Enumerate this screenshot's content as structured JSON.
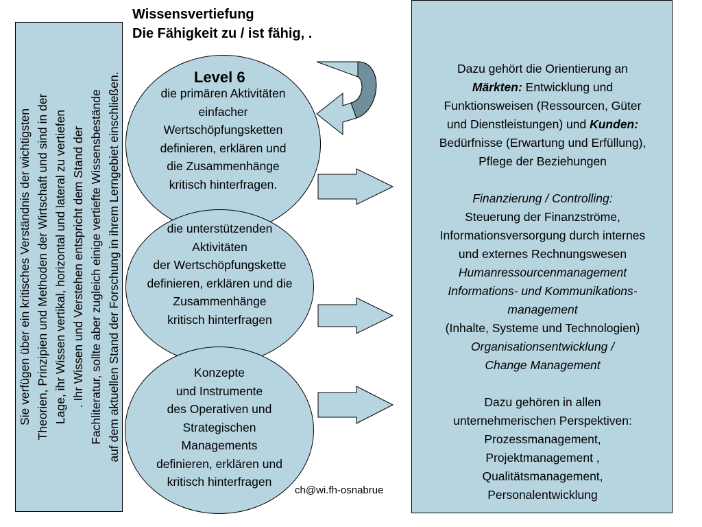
{
  "header": {
    "line1": "Wissensvertiefung",
    "line2": "Die Fähigkeit zu / ist fähig, ."
  },
  "left_panel": {
    "text": "Sie verfügen über ein kritisches Verständnis der wichtigsten\nTheorien, Prinzipien und Methoden der Wirtschaft und sind in der\nLage,  ihr Wissen vertikal, horizontal und lateral zu vertiefen\n. Ihr Wissen und Verstehen entspricht dem  Stand der\nFachliteratur, sollte aber zugleich einige vertiefte  Wissensbestände\nauf dem aktuellen Stand der Forschung in ihrem Lerngebiet einschließen."
  },
  "level_label": "Level 6",
  "circles": [
    {
      "text": "die primären Aktivitäten\neinfacher\nWertschöpfungsketten\ndefinieren, erklären und\ndie Zusammenhänge\nkritisch hinterfragen."
    },
    {
      "text": "die unterstützenden\nAktivitäten\nder Wertschöpfungskette\ndefinieren, erklären und die\nZusammenhänge\nkritisch hinterfragen"
    },
    {
      "text": "Konzepte\nund Instrumente\ndes Operativen und\nStrategischen\nManagements\ndefinieren, erklären und\nkritisch hinterfragen"
    }
  ],
  "footer_email": "ch@wi.fh-osnabrue",
  "right_panel": {
    "p1_a": "Dazu gehört die Orientierung an",
    "p1_b_bold": "Märkten:",
    "p1_b_rest": " Entwicklung und",
    "p1_c": "Funktionsweisen  (Ressourcen, Güter",
    "p1_d_pre": "und Dienstleistungen) und ",
    "p1_d_bold": "Kunden:",
    "p1_e": "Bedürfnisse (Erwartung und Erfüllung),",
    "p1_f": "Pflege der Beziehungen",
    "p2_a": "Finanzierung / Controlling:",
    "p2_b": "Steuerung der Finanzströme,",
    "p2_c": "Informationsversorgung durch internes",
    "p2_d": "und externes Rechnungswesen",
    "p2_e": "Humanressourcenmanagement",
    "p2_f": "Informations- und Kommunikations-",
    "p2_g": "management",
    "p2_h": "(Inhalte, Systeme und Technologien)",
    "p2_i": "Organisationsentwicklung /",
    "p2_j": "Change Management",
    "p3_a": "Dazu gehören in allen",
    "p3_b": "unternehmerischen Perspektiven:",
    "p3_c": "Prozessmanagement,",
    "p3_d": "Projektmanagement ,",
    "p3_e": "Qualitätsmanagement,",
    "p3_f": "Personalentwicklung"
  },
  "colors": {
    "fill": "#b7d4e1",
    "arrow_fill": "#b7d4e1",
    "curved_arrow_dark": "#6f8f9c",
    "stroke": "#000000"
  }
}
